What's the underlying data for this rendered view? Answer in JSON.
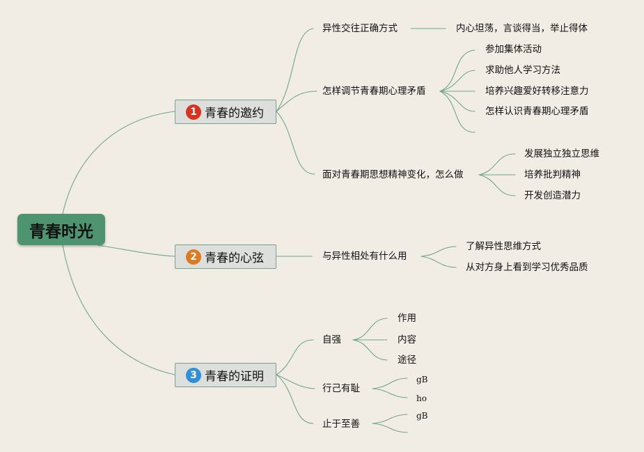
{
  "root": {
    "label": "青春时光"
  },
  "branches": [
    {
      "num": "1",
      "label": "青春的邀约",
      "color": "#d9321f"
    },
    {
      "num": "2",
      "label": "青春的心弦",
      "color": "#e07a1e"
    },
    {
      "num": "3",
      "label": "青春的证明",
      "color": "#2f8fd8"
    }
  ],
  "b1": {
    "t1": {
      "label": "异性交往正确方式",
      "leaf": "内心坦荡，言谈得当，举止得体"
    },
    "t2": {
      "label": "怎样调节青春期心理矛盾",
      "leaves": [
        "参加集体活动",
        "求助他人学习方法",
        "培养兴趣爱好转移注意力",
        "怎样认识青春期心理矛盾"
      ]
    },
    "t3": {
      "label": "面对青春期思想精神变化，怎么做",
      "leaves": [
        "发展独立独立思维",
        "培养批判精神",
        "开发创造潜力"
      ]
    }
  },
  "b2": {
    "t1": {
      "label": "与异性相处有什么用",
      "leaves": [
        "了解异性思维方式",
        "从对方身上看到学习优秀品质"
      ]
    }
  },
  "b3": {
    "t1": {
      "label": "自强",
      "leaves": [
        "作用",
        "内容",
        "途径"
      ]
    },
    "t2": {
      "label": "行己有耻",
      "leaves": [
        "gB",
        "ho"
      ]
    },
    "t3": {
      "label": "止于至善",
      "leaves": [
        "gB"
      ]
    }
  },
  "line_color": "#6fa68a"
}
